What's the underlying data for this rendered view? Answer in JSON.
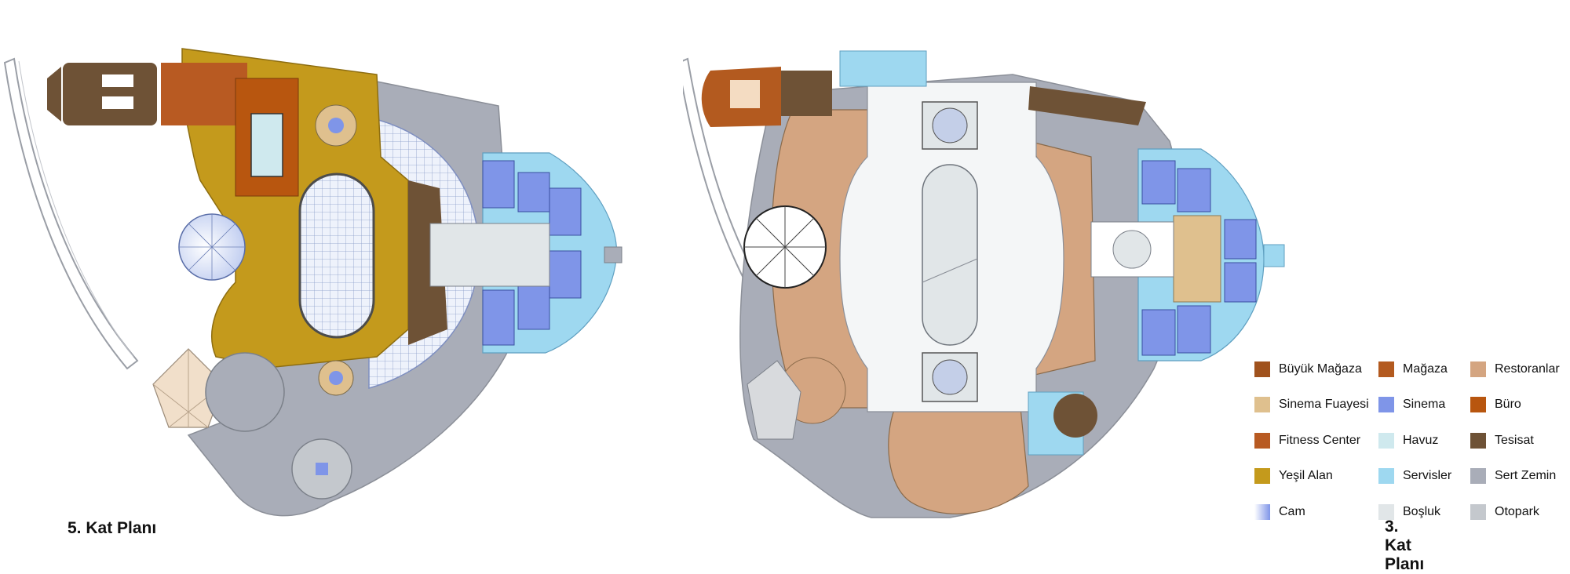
{
  "titles": {
    "floor5": "5. Kat Planı",
    "floor3": "3. Kat Planı"
  },
  "colors": {
    "magaza_buyuk": "#a0521d",
    "magaza": "#b35a1f",
    "restoran": "#d4a581",
    "sinema_fuaye": "#dfc08e",
    "sinema": "#7f95e8",
    "buro": "#b8560f",
    "fitness": "#b85a22",
    "havuz": "#cfe9ee",
    "tesisat": "#6e5236",
    "yesil_alan": "#c49a1c",
    "servisler": "#9ed8f0",
    "sert_zemin": "#a9adb8",
    "cam": "#9fb4ea",
    "bosluk": "#e1e6e8",
    "otopark": "#c4c8cd"
  },
  "legend": {
    "items": [
      {
        "label": "Büyük Mağaza",
        "color": "#a0521d"
      },
      {
        "label": "Mağaza",
        "color": "#b35a1f"
      },
      {
        "label": "Restoranlar",
        "color": "#d4a581"
      },
      {
        "label": "Sinema Fuayesi",
        "color": "#dfc08e"
      },
      {
        "label": "Sinema",
        "color": "#7f95e8"
      },
      {
        "label": "Büro",
        "color": "#b8560f"
      },
      {
        "label": "Fitness Center",
        "color": "#b85a22"
      },
      {
        "label": "Havuz",
        "color": "#cfe9ee"
      },
      {
        "label": "Tesisat",
        "color": "#6e5236"
      },
      {
        "label": "Yeşil Alan",
        "color": "#c49a1c"
      },
      {
        "label": "Servisler",
        "color": "#9ed8f0"
      },
      {
        "label": "Sert Zemin",
        "color": "#a9adb8"
      },
      {
        "label": "Cam",
        "color": "gradient"
      },
      {
        "label": "Boşluk",
        "color": "#e1e6e8"
      },
      {
        "label": "Otopark",
        "color": "#c4c8cd"
      }
    ]
  }
}
